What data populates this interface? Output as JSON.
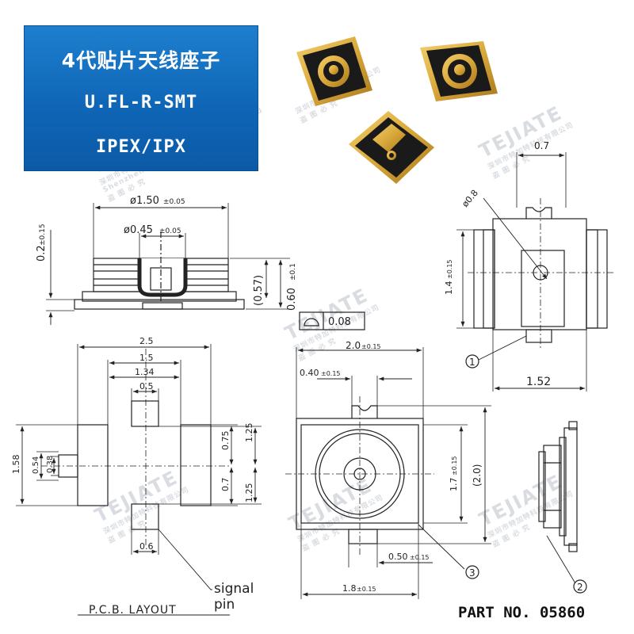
{
  "badge": {
    "line1": "4代贴片天线座子",
    "line2": "U.FL-R-SMT",
    "line3": "IPEX/IPX"
  },
  "watermark": {
    "brand": "TEJIATE",
    "company": "深圳市特加特科技有限公司",
    "company_en": "Shenzhen Tejiate Technology Co., Ltd",
    "slogan": "盗 图 必 究"
  },
  "side_view": {
    "dia_outer": "ø1.50",
    "dia_outer_tol": "±0.05",
    "dia_inner": "ø0.45",
    "dia_inner_tol": "±0.05",
    "height_top": "0.2",
    "height_top_tol": "±0.15",
    "height_ref": "(0.57)",
    "height_total": "0.60",
    "height_total_tol": "±0.1",
    "flatness": "0.08"
  },
  "top_view": {
    "width_top": "0.7",
    "pin_dia": "ø0.8",
    "height": "1.4",
    "height_tol": "±0.15",
    "bottom_width": "1.52",
    "callout_1": "1"
  },
  "pcb_layout": {
    "w_total": "2.5",
    "w_mid": "1.5",
    "w_inner": "1.34",
    "w_pin": "0.5",
    "h_upper": "1.25",
    "h_lower": "1.25",
    "h_pad_upper": "0.75",
    "h_pad_lower": "0.7",
    "h_total": "1.58",
    "h_left_pad": "0.54",
    "h_left_slot": "0.38",
    "w_signal": "0.6",
    "signal_label_1": "signal",
    "signal_label_2": "pin",
    "caption": "P.C.B. LAYOUT"
  },
  "bottom_view": {
    "width": "2.0",
    "width_tol": "±0.15",
    "tab_width": "0.40",
    "tab_width_tol": "±0.15",
    "height": "1.7",
    "height_tol": "±0.15",
    "height_ref": "(2.0)",
    "bottom_tab": "0.50",
    "bottom_tab_tol": "±0.15",
    "base_width": "1.8",
    "base_width_tol": "±0.15",
    "callout_3": "3",
    "callout_2": "2"
  },
  "part_number": "PART NO. 05860",
  "colors": {
    "badge_blue": "#0f66b7",
    "line": "#222222",
    "gold": "#d9a83a",
    "black_body": "#1a1a1a"
  }
}
